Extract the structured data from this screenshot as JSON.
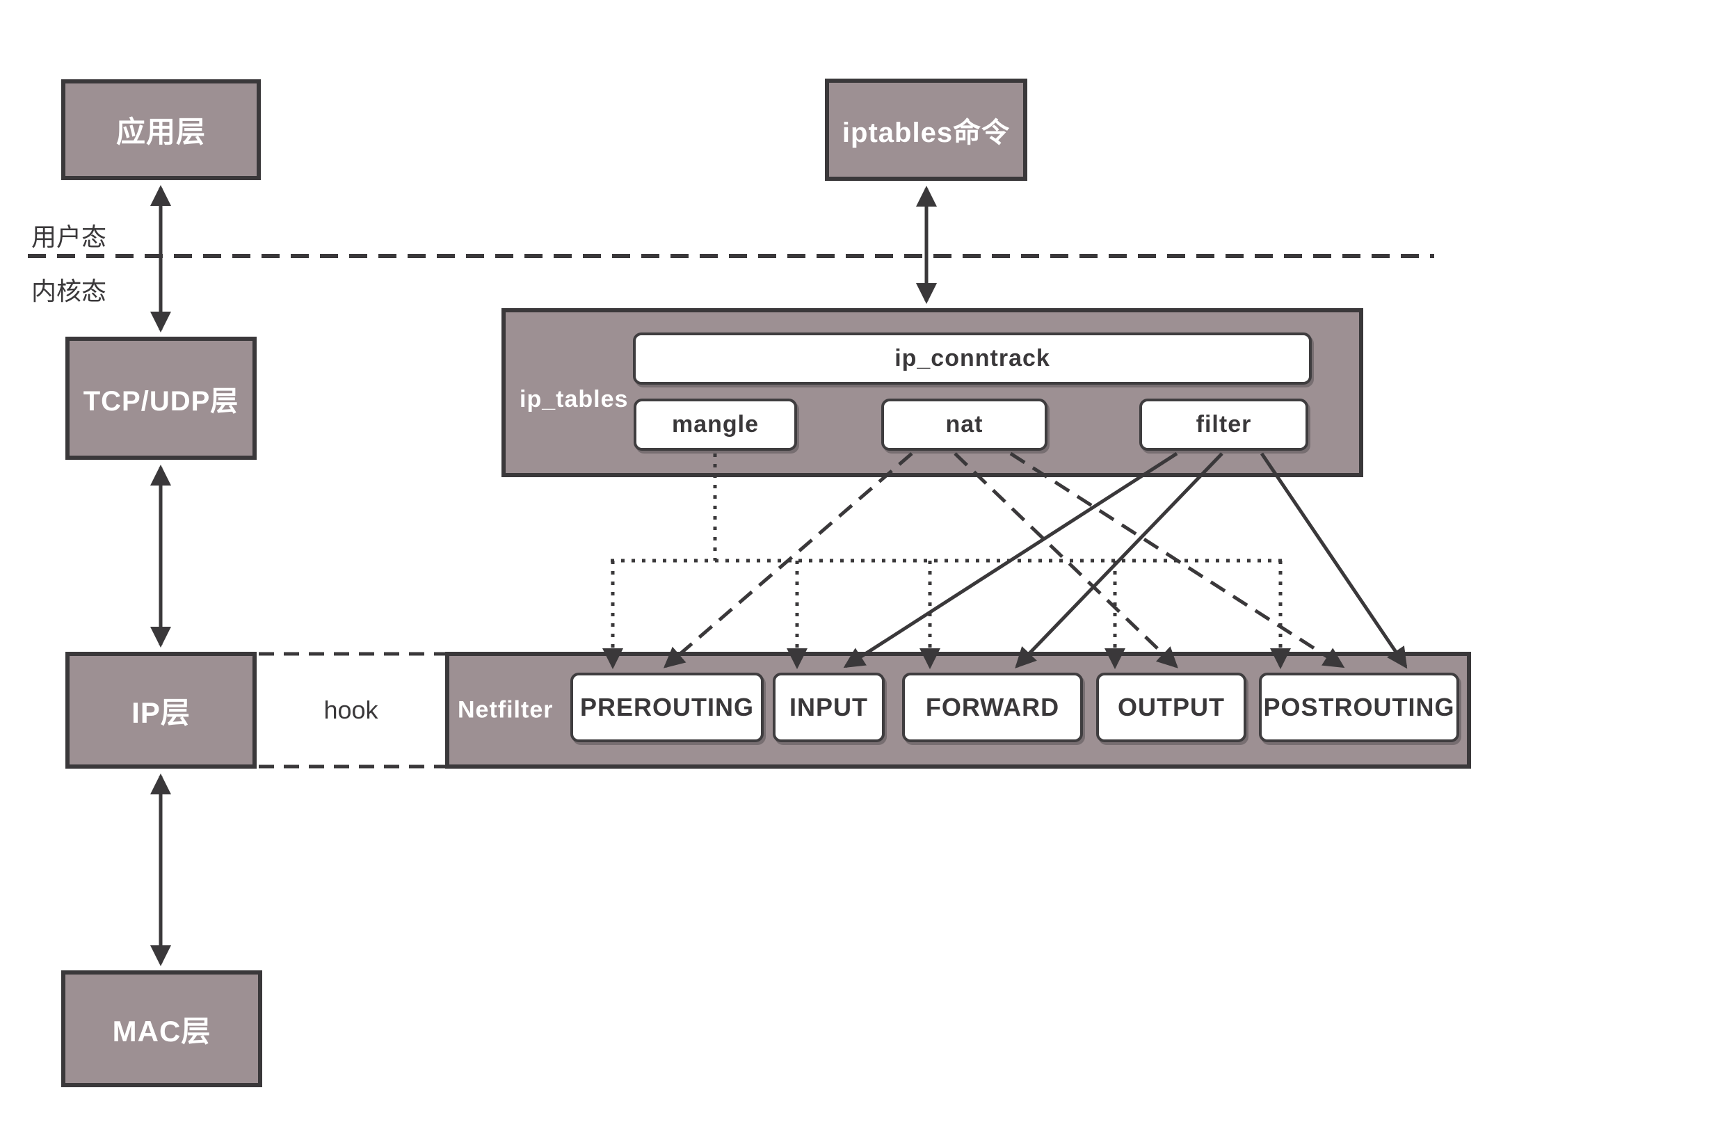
{
  "colors": {
    "background": "#ffffff",
    "box_fill": "#9d9093",
    "box_border": "#3a383a",
    "white_box_fill": "#ffffff",
    "text_dark": "#3a383a",
    "text_light": "#ffffff"
  },
  "mode_labels": {
    "user_mode": "用户态",
    "kernel_mode": "内核态"
  },
  "layer_stack": {
    "app": "应用层",
    "tcpudp": "TCP/UDP层",
    "ip": "IP层",
    "mac": "MAC层"
  },
  "iptables_cmd": {
    "label": "iptables命令"
  },
  "ip_tables": {
    "label": "ip_tables",
    "conntrack": "ip_conntrack",
    "tables": [
      "mangle",
      "nat",
      "filter"
    ]
  },
  "hook": {
    "label": "hook"
  },
  "netfilter": {
    "label": "Netfilter",
    "chains": [
      "PREROUTING",
      "INPUT",
      "FORWARD",
      "OUTPUT",
      "POSTROUTING"
    ]
  },
  "edges": [
    {
      "from": "应用层",
      "to": "TCP/UDP层",
      "style": "solid",
      "bidirectional": true
    },
    {
      "from": "TCP/UDP层",
      "to": "IP层",
      "style": "solid",
      "bidirectional": true
    },
    {
      "from": "IP层",
      "to": "MAC层",
      "style": "solid",
      "bidirectional": true
    },
    {
      "from": "iptables命令",
      "to": "ip_tables",
      "style": "solid",
      "bidirectional": true
    },
    {
      "from": "mangle",
      "to": "PREROUTING",
      "style": "dotted"
    },
    {
      "from": "mangle",
      "to": "INPUT",
      "style": "dotted"
    },
    {
      "from": "mangle",
      "to": "FORWARD",
      "style": "dotted"
    },
    {
      "from": "mangle",
      "to": "OUTPUT",
      "style": "dotted"
    },
    {
      "from": "mangle",
      "to": "POSTROUTING",
      "style": "dotted"
    },
    {
      "from": "nat",
      "to": "PREROUTING",
      "style": "dashed"
    },
    {
      "from": "nat",
      "to": "OUTPUT",
      "style": "dashed"
    },
    {
      "from": "nat",
      "to": "POSTROUTING",
      "style": "dashed"
    },
    {
      "from": "filter",
      "to": "INPUT",
      "style": "solid"
    },
    {
      "from": "filter",
      "to": "FORWARD",
      "style": "solid"
    },
    {
      "from": "filter",
      "to": "POSTROUTING",
      "style": "solid"
    },
    {
      "from": "IP层",
      "to": "Netfilter",
      "style": "dashed-hook",
      "label": "hook"
    }
  ]
}
